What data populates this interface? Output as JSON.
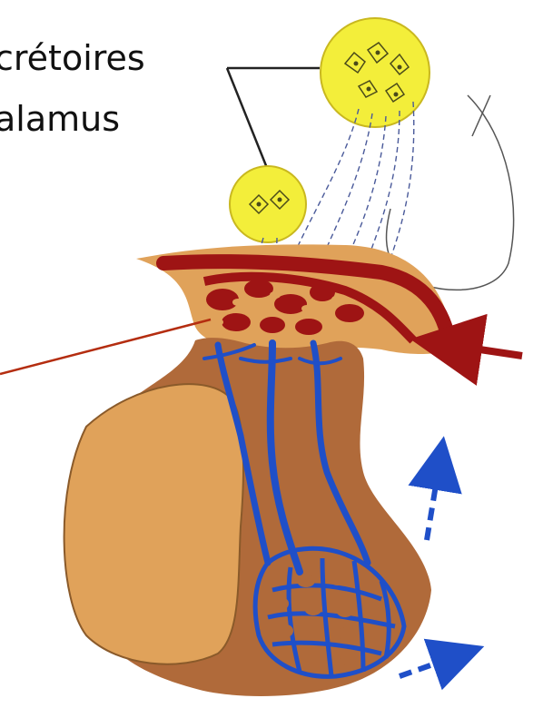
{
  "labels": {
    "line1": "crétoires",
    "line2": "alamus"
  },
  "icons": {
    "neuron_cluster": "neurosecretory-cell-cluster",
    "flow_arrow": "blood-flow-arrow"
  },
  "colors": {
    "background": "#ffffff",
    "nucleus_yellow": "#f3ee3a",
    "artery_red": "#9e1414",
    "portal_blue": "#1f4fc8",
    "gland_orange": "#e0a25a",
    "gland_brown": "#b06a3a",
    "pointer_line": "#b42d10"
  }
}
